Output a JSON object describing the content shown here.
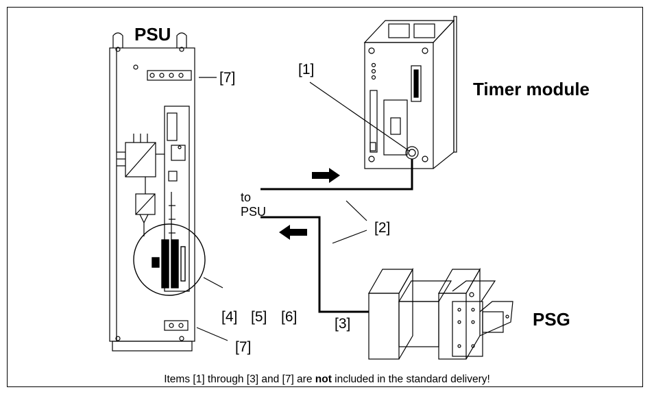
{
  "headings": {
    "psu": "PSU",
    "timer": "Timer module",
    "psg": "PSG"
  },
  "refs": {
    "r1": "[1]",
    "r2": "[2]",
    "r3": "[3]",
    "r4": "[4]",
    "r5": "[5]",
    "r6": "[6]",
    "r7_top": "[7]",
    "r7_bottom": "[7]"
  },
  "to_psu": {
    "line1": "to",
    "line2": "PSU"
  },
  "footer": {
    "before": "Items [1] through [3] and [7] are ",
    "bold": "not",
    "after": " included in the standard delivery!"
  }
}
